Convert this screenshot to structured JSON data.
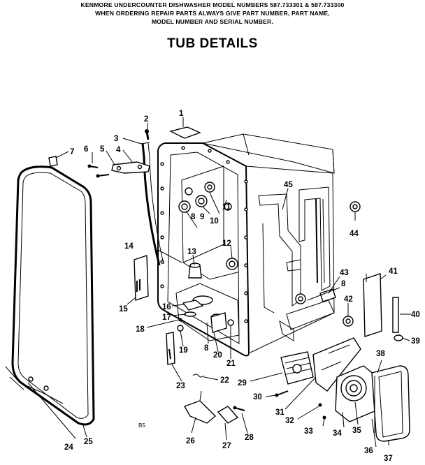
{
  "header": {
    "line1": "KENMORE UNDERCOUNTER DISHWASHER     MODEL NUMBERS 587.733301 & 587.733300",
    "line2": "WHEN ORDERING REPAIR PARTS ALWAYS GIVE PART NUMBER, PART NAME,",
    "line3": "MODEL NUMBER AND SERIAL NUMBER."
  },
  "title": "TUB DETAILS",
  "diagram_code": "B5",
  "callouts": [
    "1",
    "2",
    "3",
    "4",
    "5",
    "6",
    "7",
    "8",
    "8",
    "8",
    "9",
    "10",
    "11",
    "12",
    "13",
    "14",
    "15",
    "16",
    "17",
    "18",
    "19",
    "20",
    "21",
    "22",
    "23",
    "24",
    "25",
    "26",
    "27",
    "28",
    "29",
    "30",
    "31",
    "32",
    "33",
    "34",
    "35",
    "36",
    "37",
    "38",
    "39",
    "40",
    "41",
    "42",
    "43",
    "44",
    "45"
  ]
}
